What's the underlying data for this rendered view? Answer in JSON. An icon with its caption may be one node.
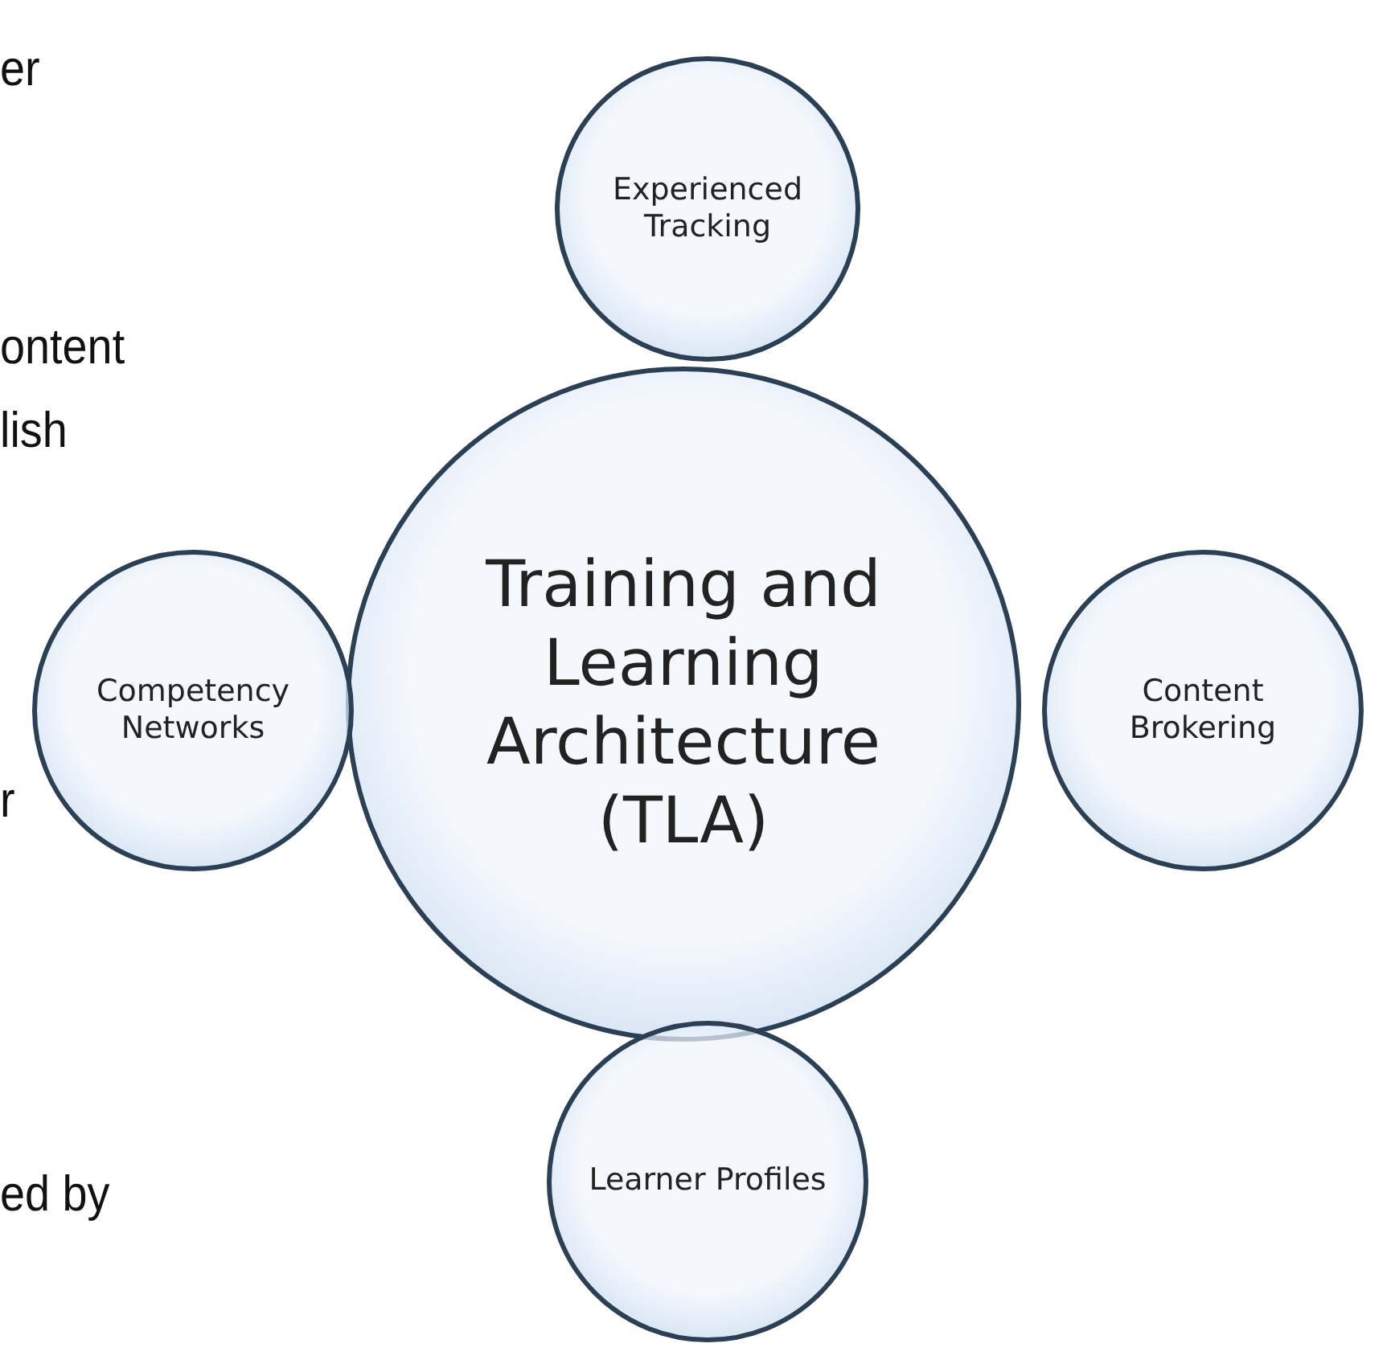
{
  "diagram": {
    "nodes": [
      {
        "text": [
          "Training and Learning Architecture (TLA)"
        ]
      },
      {
        "text": [
          "Experienced Tracking"
        ]
      },
      {
        "text": [
          "Competency Networks"
        ]
      },
      {
        "text": [
          "Content Brokering"
        ]
      },
      {
        "text": [
          "Learner Profiles"
        ]
      }
    ],
    "labels": [
      "er",
      "ontent",
      "lish",
      "r",
      "ed by"
    ]
  }
}
